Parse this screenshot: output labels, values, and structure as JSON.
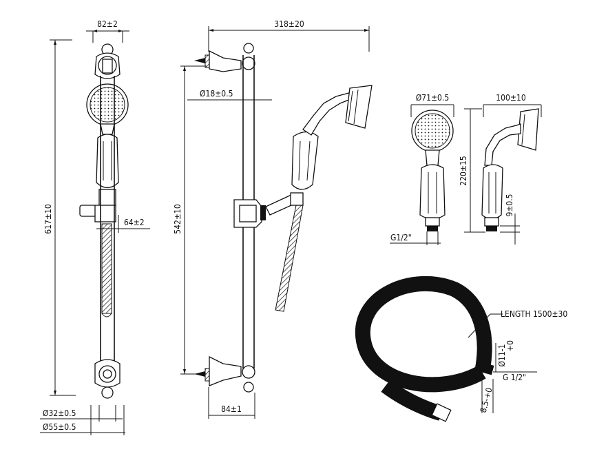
{
  "dimensions": {
    "rail_width": "82±2",
    "rail_height": "617±10",
    "holder_offset": "64±2",
    "base_d1": "Ø32±0.5",
    "base_d2": "Ø55±0.5",
    "projection": "318±20",
    "bar_diameter": "Ø18±0.5",
    "bracket_spacing": "542±10",
    "wall_plate": "84±1",
    "head_diameter": "Ø71±0.5",
    "head_depth": "100±10",
    "handset_height": "220±15",
    "thread_length": "9±0.5",
    "handset_thread": "G1/2\"",
    "hose_length": "LENGTH 1500±30",
    "hose_tol_plus": "+0",
    "hose_diameter": "Ø11-1",
    "hose_thread": "G 1/2\"",
    "hose_nut": "8.5-+0"
  },
  "colors": {
    "line": "#111111",
    "background": "#ffffff"
  }
}
